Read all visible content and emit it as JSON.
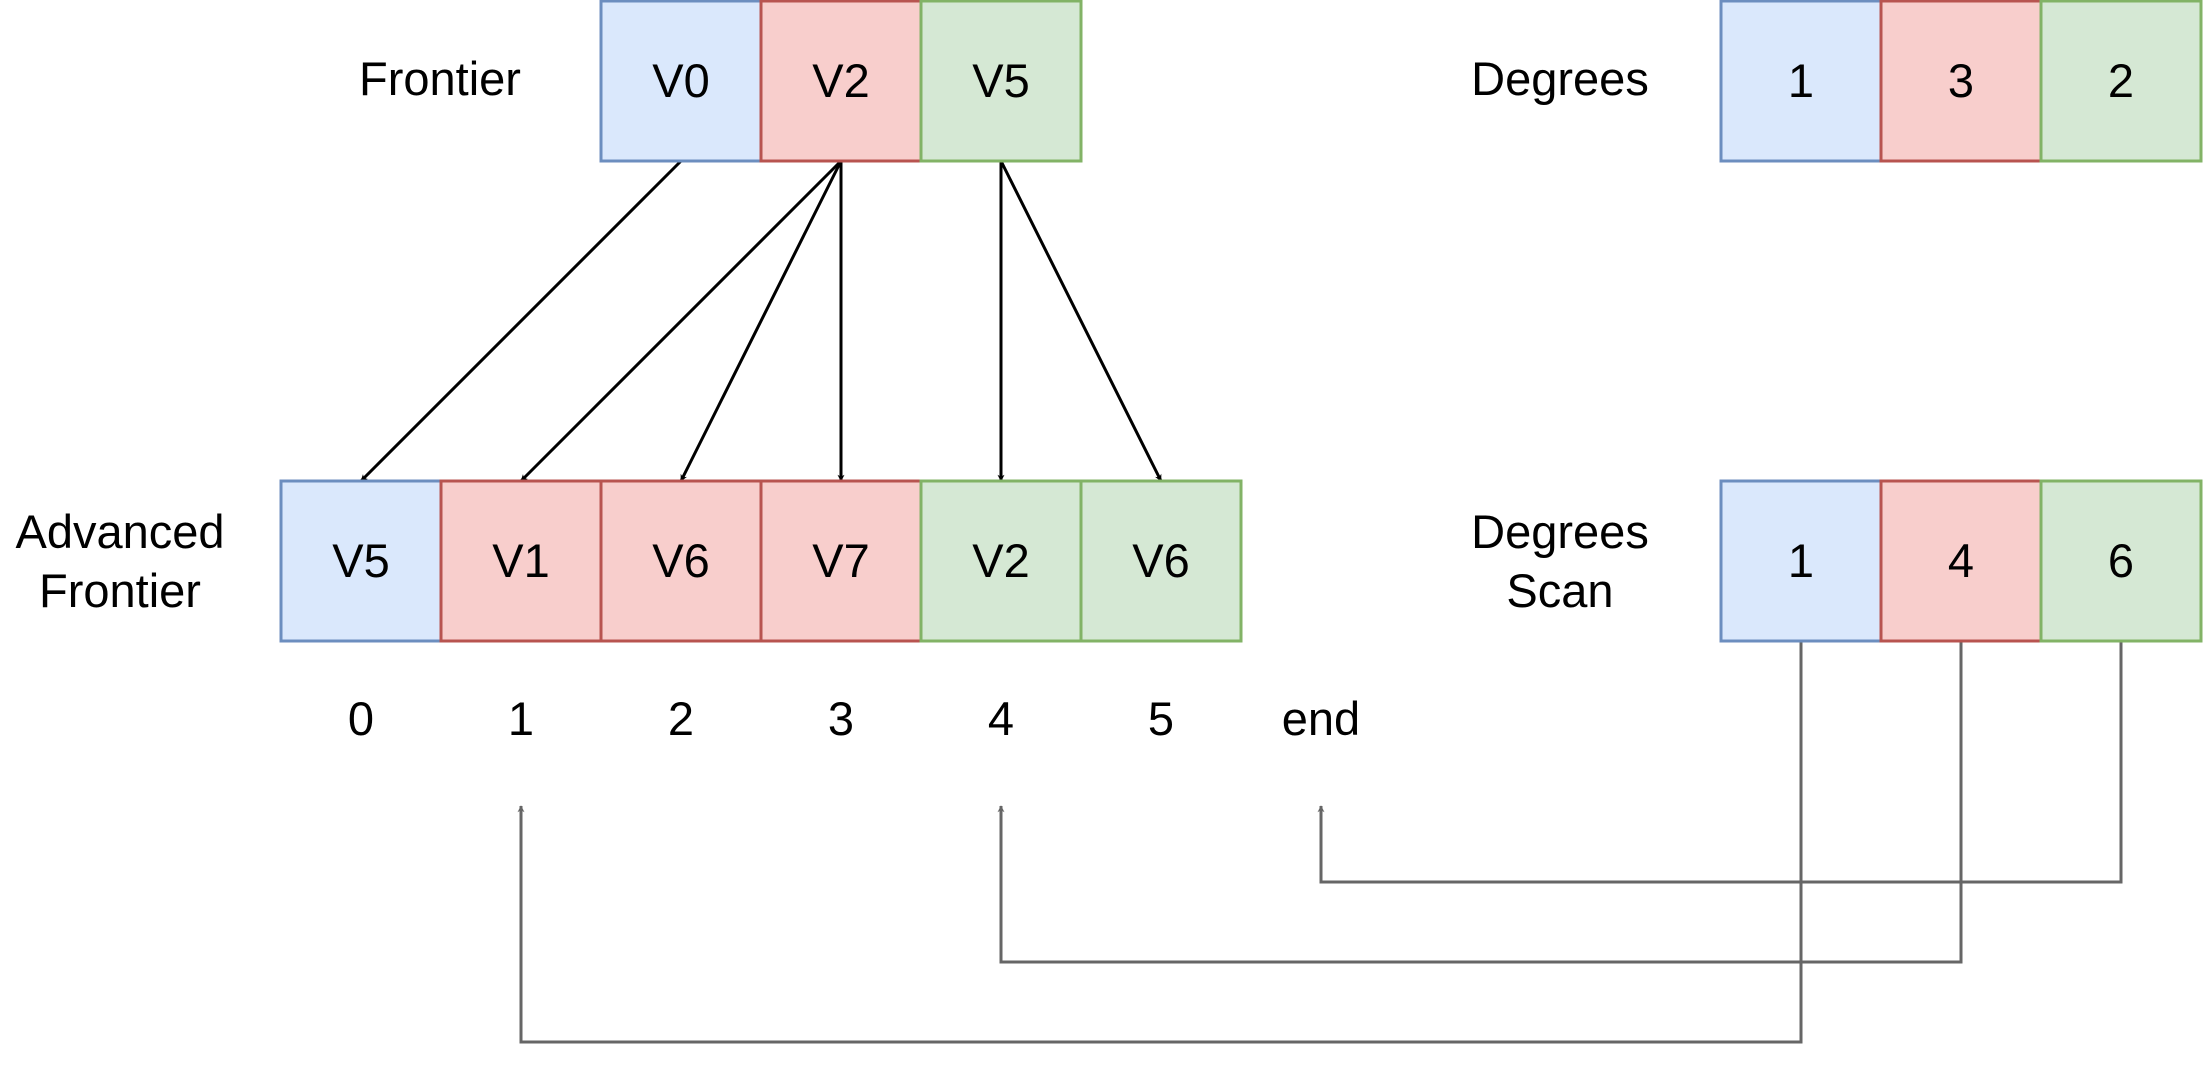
{
  "labels": {
    "frontier": "Frontier",
    "degrees": "Degrees",
    "advanced_line1": "Advanced",
    "advanced_line2": "Frontier",
    "scan_line1": "Degrees",
    "scan_line2": "Scan"
  },
  "colors": {
    "blue_fill": "#dae8fc",
    "blue_stroke": "#6c8ebf",
    "red_fill": "#f8cecc",
    "red_stroke": "#b85450",
    "green_fill": "#d5e8d4",
    "green_stroke": "#82b366",
    "black_arrow": "#000000",
    "gray_arrow": "#666666"
  },
  "frontier": [
    {
      "text": "V0",
      "color": "blue"
    },
    {
      "text": "V2",
      "color": "red"
    },
    {
      "text": "V5",
      "color": "green"
    }
  ],
  "degrees": [
    {
      "text": "1",
      "color": "blue"
    },
    {
      "text": "3",
      "color": "red"
    },
    {
      "text": "2",
      "color": "green"
    }
  ],
  "advanced_frontier": [
    {
      "text": "V5",
      "color": "blue"
    },
    {
      "text": "V1",
      "color": "red"
    },
    {
      "text": "V6",
      "color": "red"
    },
    {
      "text": "V7",
      "color": "red"
    },
    {
      "text": "V2",
      "color": "green"
    },
    {
      "text": "V6",
      "color": "green"
    }
  ],
  "degrees_scan": [
    {
      "text": "1",
      "color": "blue"
    },
    {
      "text": "4",
      "color": "red"
    },
    {
      "text": "6",
      "color": "green"
    }
  ],
  "indices": [
    "0",
    "1",
    "2",
    "3",
    "4",
    "5",
    "end"
  ],
  "expansion_edges": [
    {
      "from": 0,
      "to": 0
    },
    {
      "from": 1,
      "to": 1
    },
    {
      "from": 1,
      "to": 2
    },
    {
      "from": 1,
      "to": 3
    },
    {
      "from": 2,
      "to": 4
    },
    {
      "from": 2,
      "to": 5
    }
  ],
  "scan_links": [
    {
      "from": 0,
      "to_index": 1
    },
    {
      "from": 1,
      "to_index": 4
    },
    {
      "from": 2,
      "to_index": 6
    }
  ]
}
